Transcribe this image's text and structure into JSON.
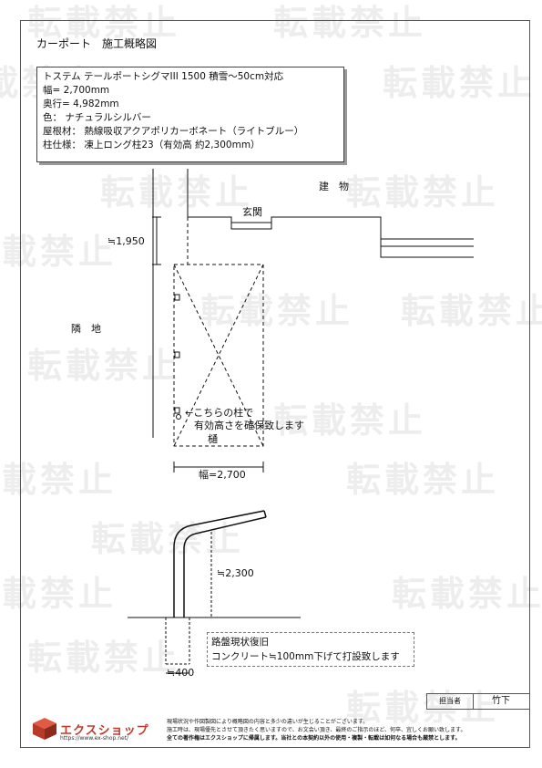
{
  "title": "カーポート　施工概略図",
  "spec": {
    "line1": "トステム テールポートシグマIII 1500 積雪～50cm対応",
    "line2": "幅= 2,700mm",
    "line3": "奥行= 4,982mm",
    "line4": "色：  ナチュラルシルバー",
    "line5": "屋根材：  熱線吸収アクアポリカーボネート（ライトブルー）",
    "line6": "柱仕様：  凍上ロング柱23（有効高 約2,300mm）"
  },
  "plan": {
    "building": "建　物",
    "entrance": "玄関",
    "neighbor": "隣　地",
    "dim_depth": "≒1,950",
    "pillar_note_line1": "←こちらの柱で",
    "pillar_note_line2": "有効高さを確保致します",
    "gutter": "樋",
    "width_dim": "幅=2,700"
  },
  "section": {
    "height_dim": "≒2,300",
    "base_dim": "≒400",
    "note_line1": "路盤現状復旧",
    "note_line2": "コンクリート≒100mm下げて打設致します"
  },
  "signature": {
    "label": "担当者",
    "name": "竹下"
  },
  "footer": {
    "logo": "エクスショップ",
    "url": "https://www.ex-shop.net/",
    "text1": "現場状況や作図製図により概略図の内容と多少の違いが生じることがございます。",
    "text2": "施工時は、現場優先とさせて頂きたく思いますので、お文会い頂き、最終のご指示のほど、何卒、宜しくお願い致します。",
    "text3": "全ての著作権はエクスショップに帰属します。当社との本契約以外の使用・複製・転載は如何なる場合も厳禁とします。"
  },
  "watermark": "転載禁止"
}
